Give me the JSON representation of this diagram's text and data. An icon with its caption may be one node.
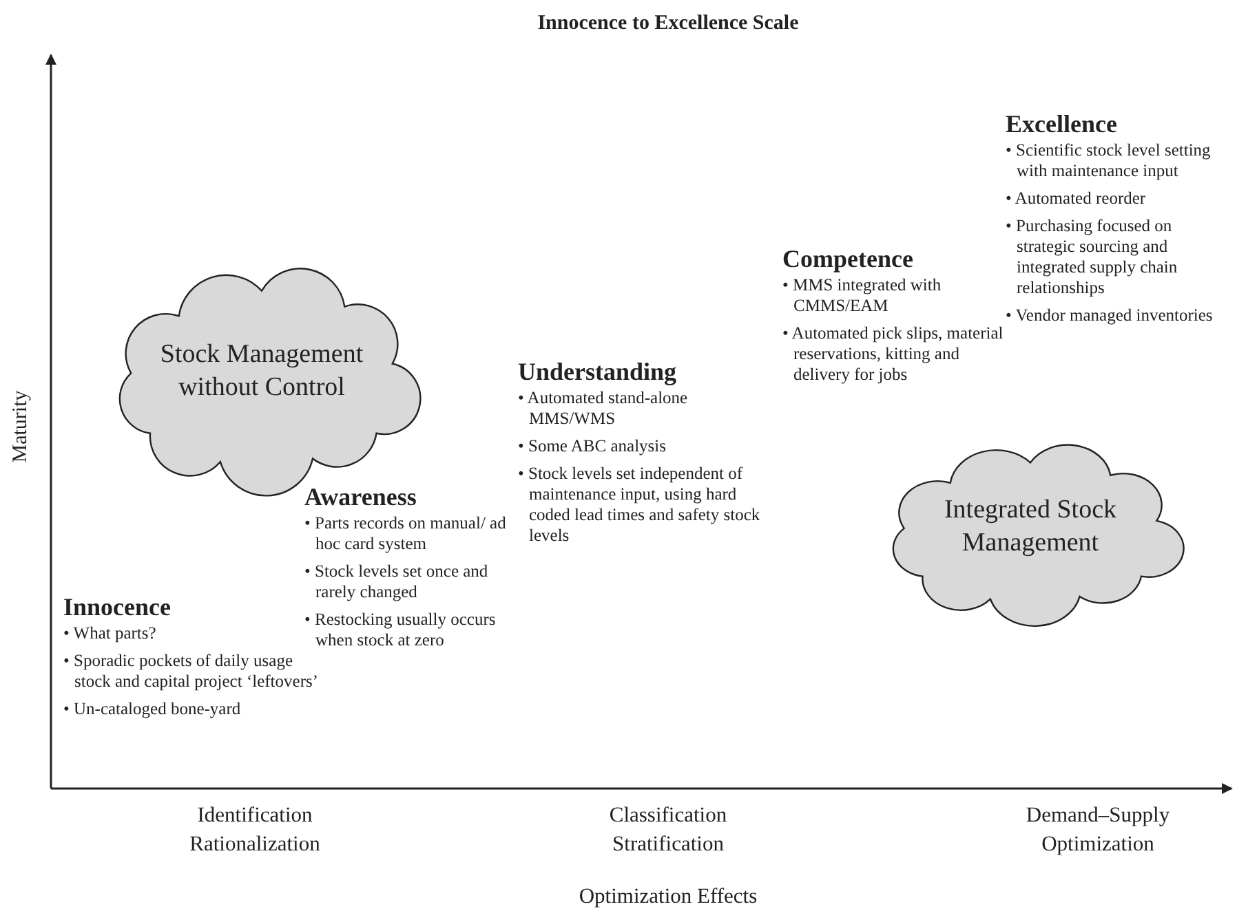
{
  "diagram": {
    "title": "Innocence to Excellence Scale",
    "nodes": [
      {
        "text": [
          "Stock Management without Control"
        ]
      },
      {
        "text": [
          "Integrated Stock Management"
        ]
      }
    ],
    "labels": [
      "Maturity",
      "Innocence",
      "• What parts?",
      "• Sporadic pockets of daily usage stock and capital project ‘leftovers’",
      "• Un-cataloged bone-yard",
      "Awareness",
      "• Parts records on manual/ ad hoc card system",
      "• Stock levels set once and rarely changed",
      "• Restocking usually occurs when stock at zero",
      "Understanding",
      "• Automated stand-alone MMS/WMS",
      "• Some ABC analysis",
      "• Stock levels set independent of maintenance input, using hard coded lead times and safety stock levels",
      "Competence",
      "• MMS integrated with CMMS/EAM",
      "• Automated pick slips, material reservations, kitting and delivery for jobs",
      "Excellence",
      "• Scientific stock level setting with maintenance input",
      "• Automated reorder",
      "• Purchasing focused on strategic sourcing and integrated supply chain relationships",
      "• Vendor managed inventories",
      "Identification Rationalization",
      "Classification Stratification",
      "Demand–Supply Optimization",
      "Optimization Effects"
    ]
  }
}
